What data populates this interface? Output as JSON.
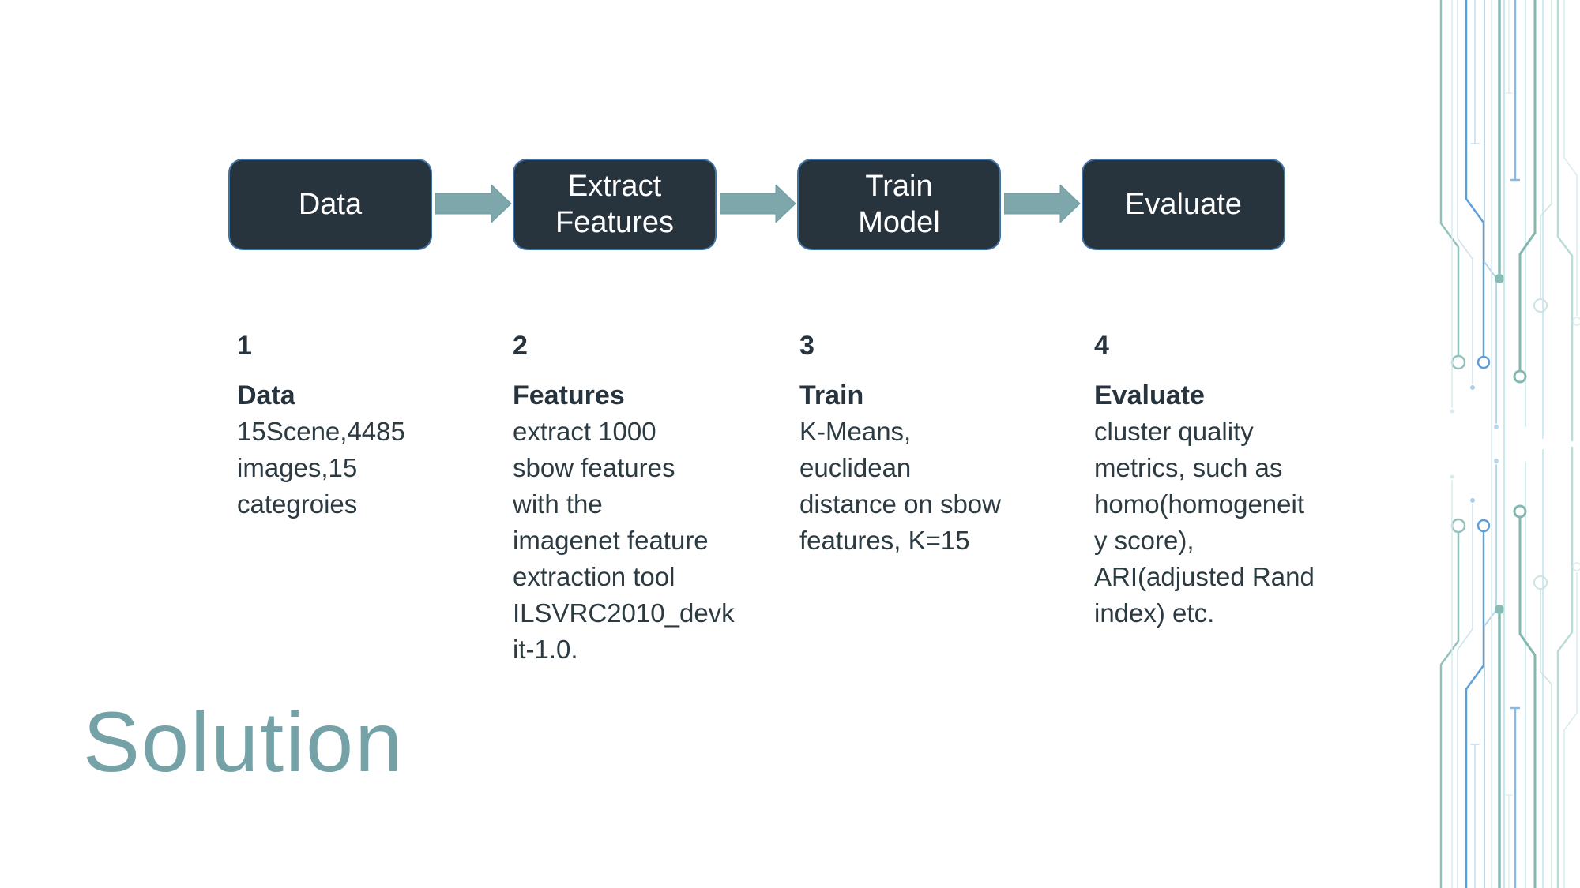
{
  "slide": {
    "title": "Solution",
    "flow_steps": [
      {
        "number": "1",
        "box_label": "Data",
        "heading": "Data",
        "body": "15Scene,4485\nimages,15\ncategroies"
      },
      {
        "number": "2",
        "box_label": "Extract\nFeatures",
        "heading": "Features",
        "body": "extract 1000\nsbow features\nwith the\nimagenet feature\nextraction tool\nILSVRC2010_devk\nit-1.0."
      },
      {
        "number": "3",
        "box_label": "Train\nModel",
        "heading": "Train",
        "body": "K-Means,\neuclidean\ndistance on sbow\nfeatures, K=15"
      },
      {
        "number": "4",
        "box_label": "Evaluate",
        "heading": "Evaluate",
        "body": "cluster quality\nmetrics, such as\nhomo(homogeneit\ny score),\nARI(adjusted Rand\nindex) etc."
      }
    ],
    "colors": {
      "background": "#ffffff",
      "box_fill": "#27333d",
      "box_border": "#4d8bc9",
      "box_text": "#ffffff",
      "arrow": "#7da7ab",
      "title": "#74a2a7",
      "body_text": "#2c3a42",
      "circuit_teal": "#86bcb4",
      "circuit_blue": "#5f9fd8"
    },
    "decoration": "circuit-board-pattern"
  }
}
